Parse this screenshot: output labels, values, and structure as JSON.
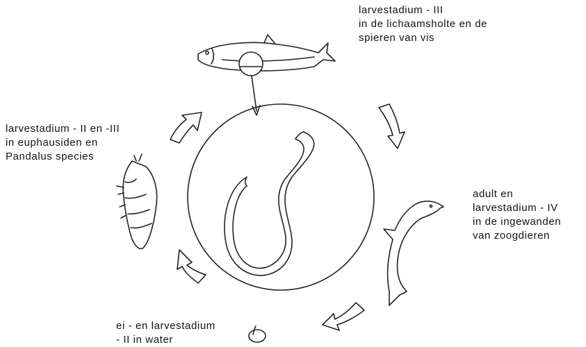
{
  "stages": [
    {
      "id": "fish",
      "icon": "herring-icon",
      "lines": [
        "larvestadium - III",
        "in de lichaamsholte en de",
        "spieren van vis"
      ]
    },
    {
      "id": "whale",
      "icon": "dolphin-icon",
      "lines": [
        "adult en",
        "larvestadium - IV",
        "in de ingewanden",
        "van zoogdieren"
      ]
    },
    {
      "id": "egg",
      "icon": "egg-icon",
      "lines": [
        "ei - en larvestadium",
        "- II in water"
      ]
    },
    {
      "id": "shrimp",
      "icon": "shrimp-icon",
      "lines": [
        "larvestadium - II en -III",
        "in euphausiden en",
        "Pandalus species"
      ]
    }
  ],
  "center_icon": "nematode-larva-icon",
  "colors": {
    "ink": "#222222",
    "paper": "#ffffff"
  }
}
